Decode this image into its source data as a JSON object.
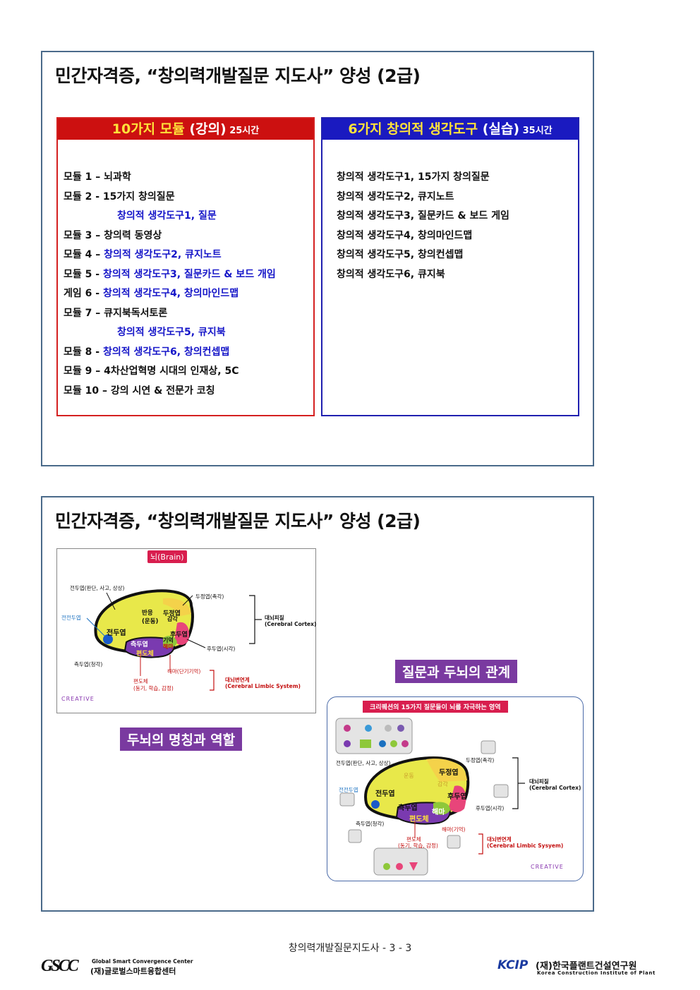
{
  "slide1": {
    "title": "민간자격증, “창의력개발질문 지도사” 양성 (2급)",
    "modules_box": {
      "head_main": "10가지 모듈 ",
      "head_paren": "(강의)",
      "head_hours": " 25시간",
      "rows": [
        {
          "black": "모듈 1 – 뇌과학",
          "blue": ""
        },
        {
          "black": "모듈 2 - 15가지 창의질문",
          "blue": ""
        },
        {
          "black": "",
          "blue": "창의적 생각도구1, 질문",
          "indent": true
        },
        {
          "black": "모듈 3 – 창의력 동영상",
          "blue": ""
        },
        {
          "black": "모듈 4 – ",
          "blue": "창의적 생각도구2, 큐지노트"
        },
        {
          "black": "모듈 5 - ",
          "blue": "창의적 생각도구3, 질문카드 & 보드 개임"
        },
        {
          "black": "게임 6 - ",
          "blue": "창의적 생각도구4, 창의마인드맵"
        },
        {
          "black": "모듈 7 – 큐지북독서토론",
          "blue": ""
        },
        {
          "black": "",
          "blue": "창의적 생각도구5, 큐지북",
          "indent": true
        },
        {
          "black": "모듈 8 - ",
          "blue": "창의적 생각도구6, 창의컨셉맵"
        },
        {
          "black": "모듈 9 – 4차산업혁명 시대의 인재상, 5C",
          "blue": ""
        },
        {
          "black": "모듈 10 – 강의 시연 & 전문가 코칭",
          "blue": ""
        }
      ]
    },
    "tools_box": {
      "head_main": "6가지 창의적 생각도구 ",
      "head_paren": "(실습)",
      "head_hours": " 35시간",
      "rows": [
        "창의적 생각도구1, 15가지 창의질문",
        "창의적 생각도구2, 큐지노트",
        "창의적 생각도구3, 질문카드 & 보드 게임",
        "창의적 생각도구4, 창의마인드맵",
        "창의적 생각도구5, 창의컨셉맵",
        "창의적 생각도구6, 큐지북"
      ]
    }
  },
  "slide2": {
    "title": "민간자격증, “창의력개발질문 지도사” 양성 (2급)",
    "brain1": {
      "tag": "뇌(Brain)",
      "prefrontal_func": "전두엽(판단, 사고, 상상)",
      "parietal": "두정엽(촉각)",
      "prefrontal_tip": "전전두엽",
      "frontal": "전두엽",
      "motor": "반응\n(운동)",
      "parietal_in": "두정엽",
      "sense": "감각",
      "occipital_in": "후두엽",
      "temporal_in": "측두엽",
      "memory": "기억",
      "hippo_in": "해마",
      "amygdala_in": "편도체",
      "cortex": "대뇌피질",
      "cortex_en": "(Cerebral Cortex)",
      "occipital": "후두엽(시각)",
      "temporal": "측두엽(청각)",
      "hippo": "해마(단기기억)",
      "amygdala": "편도체",
      "amygdala_func": "(동기, 학습, 감정)",
      "limbic": "대뇌변연계",
      "limbic_en": "(Cerebral Limbic System)",
      "logo": "CREATIVE"
    },
    "label_names": "두뇌의 명칭과 역할",
    "label_relation": "질문과 두뇌의 관계",
    "brain2": {
      "banner": "크리퀘션의 15가지 질문들이 뇌를 자극하는 영역",
      "prefrontal_func": "전두엽(판단, 사고, 상상)",
      "parietal": "두정엽(촉각)",
      "prefrontal_tip": "전전두엽",
      "frontal": "전두엽",
      "motor": "운동",
      "parietal_in": "두정엽",
      "sense": "감각",
      "occipital_in": "후두엽",
      "temporal_in": "측두엽",
      "hippo_in": "해마",
      "amygdala_in": "편도체",
      "cortex": "대뇌피질",
      "cortex_en": "(Cerebral Cortex)",
      "occipital": "후두엽(시각)",
      "temporal": "측두엽(청각)",
      "hippo": "해마(기억)",
      "amygdala": "편도체",
      "amygdala_func": "(동기, 학습, 감정)",
      "limbic": "대뇌변연계",
      "limbic_en": "(Cerebral Limbic Sysyem)",
      "logo": "CREATIVE"
    }
  },
  "footer": {
    "page": "창의력개발질문지도사 - 3 - 3",
    "left_logo_en": "Global Smart Convergence Center",
    "left_logo_ko": "(재)글로벌스마트융합센터",
    "left_logo_mark": "GSCC",
    "right_logo_mark": "KCIP",
    "right_logo_ko": "(재)한국플랜트건설연구원",
    "right_logo_en": "Korea Construction Institute of Plant"
  }
}
